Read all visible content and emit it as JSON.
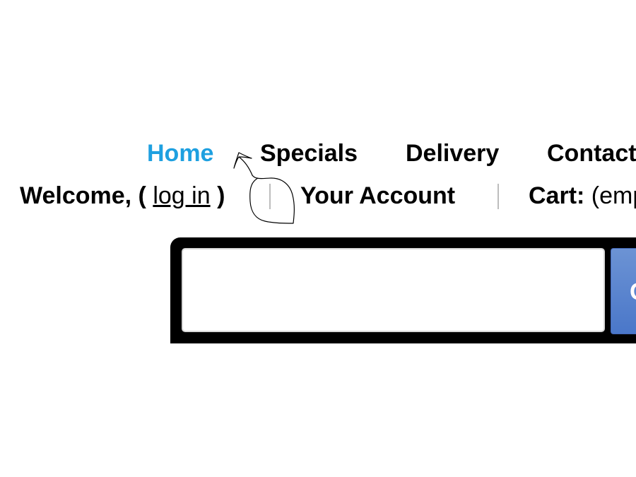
{
  "nav": {
    "items": [
      {
        "label": "Home",
        "active": true
      },
      {
        "label": "Specials",
        "active": false
      },
      {
        "label": "Delivery",
        "active": false
      },
      {
        "label": "Contact",
        "active": false
      }
    ],
    "active_color": "#1ea0e0"
  },
  "account_bar": {
    "welcome_prefix": "Welcome, (",
    "login_label": "log in",
    "welcome_suffix": ")",
    "your_account_label": "Your Account",
    "cart_label": "Cart:",
    "cart_value": "(empty)"
  },
  "search": {
    "input_value": "",
    "button_label": "Go",
    "button_color": "#5b84ce"
  },
  "annotation": {
    "icon": "hand-drawn-arrow-icon"
  }
}
